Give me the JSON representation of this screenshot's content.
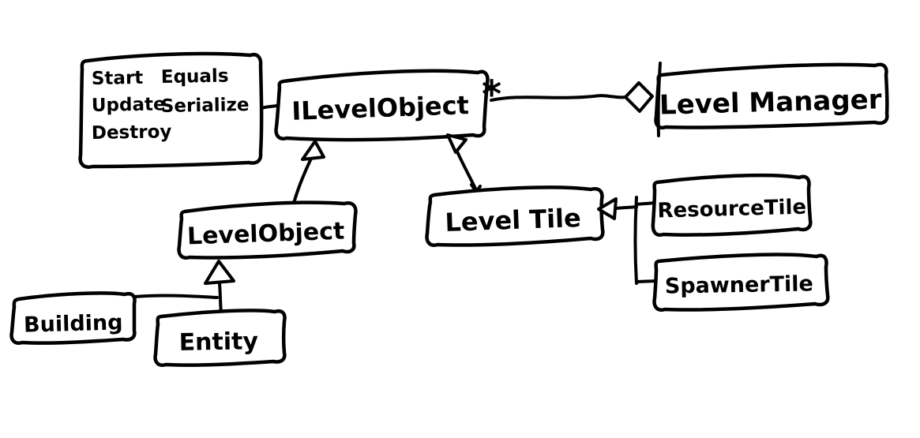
{
  "diagram": {
    "kind": "hand-drawn class diagram",
    "background_color": "#ffffff",
    "ink_color": "#000000",
    "nodes": {
      "methods_box": {
        "column1": [
          "Start",
          "Update",
          "Destroy"
        ],
        "column2": [
          "Equals",
          "Serialize"
        ]
      },
      "ilevelobject": {
        "label": "ILevelObject"
      },
      "levelmanager": {
        "label": "Level Manager"
      },
      "levelobject": {
        "label": "LevelObject"
      },
      "leveltile": {
        "label": "Level Tile"
      },
      "resourcetile": {
        "label": "ResourceTile"
      },
      "spawnertile": {
        "label": "SpawnerTile"
      },
      "building": {
        "label": "Building"
      },
      "entity": {
        "label": "Entity"
      }
    },
    "edges": {
      "aggregation_multiplicity": "*",
      "relations": [
        {
          "from": "methods_box",
          "to": "ILevelObject",
          "type": "note-link"
        },
        {
          "from": "ILevelObject",
          "to": "Level Manager",
          "type": "aggregation",
          "multiplicity_at_ilevelobject": "*"
        },
        {
          "from": "LevelObject",
          "to": "ILevelObject",
          "type": "inheritance"
        },
        {
          "from": "Level Tile",
          "to": "ILevelObject",
          "type": "inheritance"
        },
        {
          "from": "ResourceTile",
          "to": "Level Tile",
          "type": "inheritance"
        },
        {
          "from": "SpawnerTile",
          "to": "Level Tile",
          "type": "inheritance"
        },
        {
          "from": "Building",
          "to": "LevelObject",
          "type": "inheritance"
        },
        {
          "from": "Entity",
          "to": "LevelObject",
          "type": "inheritance"
        }
      ]
    }
  }
}
